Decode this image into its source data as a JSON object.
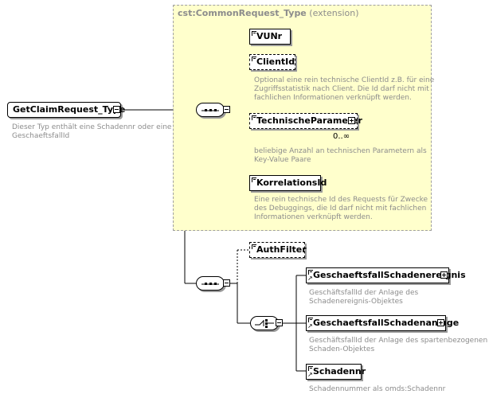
{
  "root": {
    "name": "GetClaimRequest_Type",
    "doc": [
      "Dieser Typ enthält eine Schadennr oder eine",
      "GeschaeftsfallId"
    ]
  },
  "extension": {
    "type_name": "cst:CommonRequest_Type",
    "kind": "(extension)"
  },
  "elements": {
    "vunr": {
      "name": "VUNr"
    },
    "client_id": {
      "name": "ClientId",
      "doc": [
        "Optional eine rein technische ClientId z.B. für eine",
        "Zugriffsstatistik nach Client. Die Id darf nicht mit",
        "fachlichen Informationen verknüpft werden."
      ]
    },
    "technische_parameter": {
      "name": "TechnischeParameter",
      "occurs": "0..∞",
      "doc": [
        "beliebige Anzahl an technischen Parametern als",
        "Key-Value Paare"
      ]
    },
    "korrelations_id": {
      "name": "KorrelationsId",
      "doc": [
        "Eine rein technische Id des Requests für Zwecke",
        "des Debuggings, die Id darf nicht mit fachlichen",
        "Informationen verknüpft werden."
      ]
    },
    "auth_filter": {
      "name": "AuthFilter"
    },
    "gf_schadenereignis": {
      "name": "GeschaeftsfallSchadenereignis",
      "doc": [
        "GeschäftsfallId der Anlage des",
        "Schadenereignis-Objektes"
      ]
    },
    "gf_schadenanlage": {
      "name": "GeschaeftsfallSchadenanlage",
      "doc": [
        "GeschäftsfallId der Anlage des spartenbezogenen",
        "Schaden-Objektes"
      ]
    },
    "schadennr": {
      "name": "Schadennr",
      "doc": [
        "Schadennummer als omds:Schadennr"
      ]
    }
  },
  "icons": {
    "sequence": "sequence-compositor-icon",
    "choice": "choice-compositor-icon",
    "expand": "expand-icon",
    "collapse": "collapse-icon"
  },
  "colors": {
    "extension_fill": "#ffffcc",
    "doc_text": "#8c8c8c"
  }
}
